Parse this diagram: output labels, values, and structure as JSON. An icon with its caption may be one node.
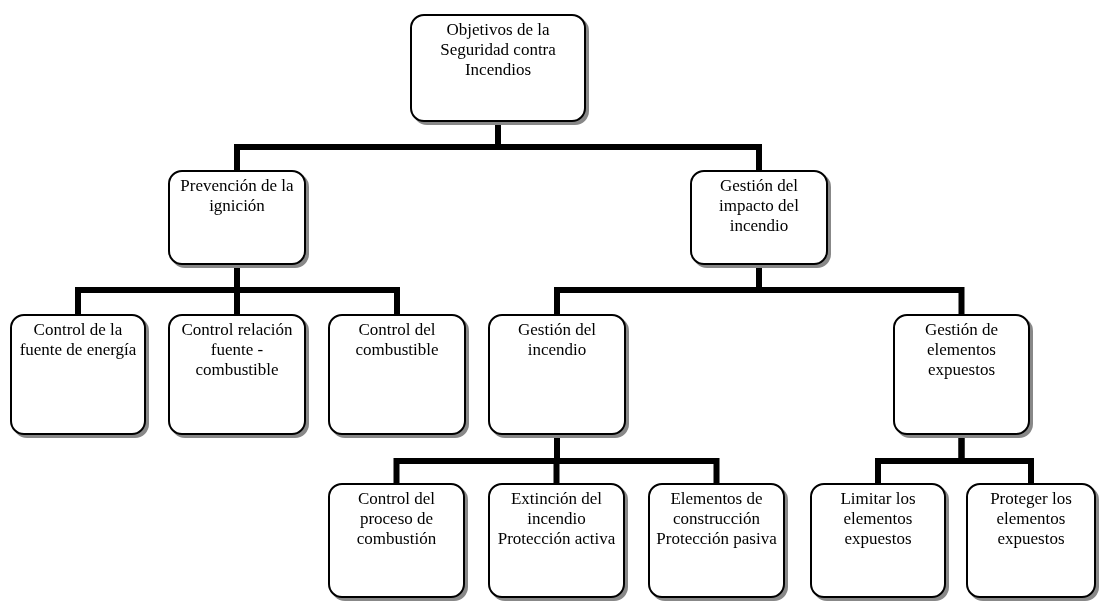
{
  "diagram": {
    "nodes": [
      {
        "text": [
          "Objetivos de la Seguridad contra Incendios"
        ]
      },
      {
        "text": [
          "Prevención de la ignición"
        ]
      },
      {
        "text": [
          "Gestión del impacto del incendio"
        ]
      },
      {
        "text": [
          "Control de la fuente de energía"
        ]
      },
      {
        "text": [
          "Control relación fuente -combustible"
        ]
      },
      {
        "text": [
          "Control del combustible"
        ]
      },
      {
        "text": [
          "Gestión del incendio"
        ]
      },
      {
        "text": [
          "Gestión de elementos expuestos"
        ]
      },
      {
        "text": [
          "Control del proceso de combustión"
        ]
      },
      {
        "text": [
          "Extinción del incendio",
          "Protección activa"
        ]
      },
      {
        "text": [
          "Elementos de construcción",
          "Protección pasiva"
        ]
      },
      {
        "text": [
          "Limitar los elementos expuestos"
        ]
      },
      {
        "text": [
          "Proteger los elementos expuestos"
        ]
      }
    ],
    "edges": [
      {
        "from": 0,
        "to": 1,
        "arrow": "none"
      },
      {
        "from": 0,
        "to": 2,
        "arrow": "none"
      },
      {
        "from": 1,
        "to": 3,
        "arrow": "none"
      },
      {
        "from": 1,
        "to": 4,
        "arrow": "none"
      },
      {
        "from": 1,
        "to": 5,
        "arrow": "none"
      },
      {
        "from": 2,
        "to": 6,
        "arrow": "none"
      },
      {
        "from": 2,
        "to": 7,
        "arrow": "none"
      },
      {
        "from": 6,
        "to": 8,
        "arrow": "none"
      },
      {
        "from": 6,
        "to": 9,
        "arrow": "none"
      },
      {
        "from": 6,
        "to": 10,
        "arrow": "none"
      },
      {
        "from": 7,
        "to": 11,
        "arrow": "none"
      },
      {
        "from": 7,
        "to": 12,
        "arrow": "none"
      }
    ]
  }
}
